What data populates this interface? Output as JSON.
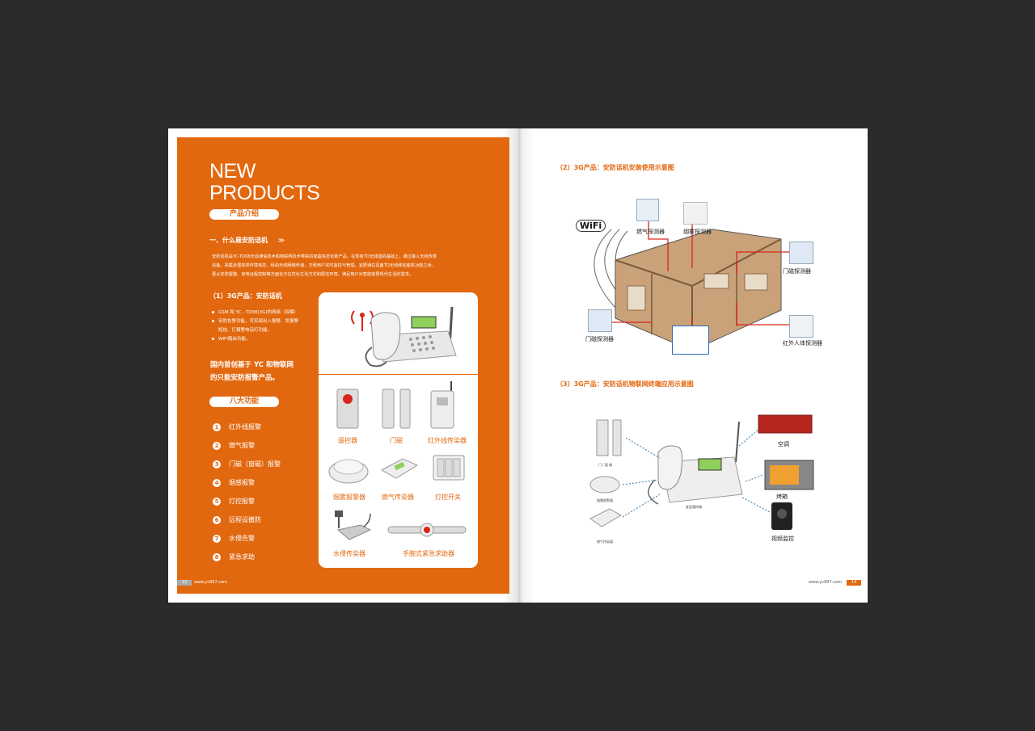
{
  "left": {
    "title_line1": "NEW",
    "title_line2": "PRODUCTS",
    "section_pill": "产品介绍",
    "heading1": "一、什么是安防话机",
    "heading1_arrow": "≫",
    "intro": [
      "安防话机是YC-TD08无线通信技术和物联网技术带来的家庭信息化新产品，在现有TD无线座机基础上，通过接入无线传感",
      "设备，采集处理各类环境信息，经由无线网络传递，方便用户实时监控与管理。宜居通在具备TD无线移动座机功能之余，",
      "更从安防报警、家电远程控制等方面全方位优化生活方式和居住环境，满足用户对智能家居现代生活的需求。"
    ],
    "sub_heading": "（1）3G产品：安防话机",
    "bullets": [
      "GSM 和 YC - TD08(3G)的网络（双模）",
      "安防告警功能，可实现出入报警、发报警",
      "短信、打报警电话灯功能。",
      "WIFI路由功能。"
    ],
    "highlight_line1": "国内首创基于 YC 和物联网",
    "highlight_line2": "的只能安防报警产品。",
    "features_pill": "八大功能",
    "features": [
      {
        "num": "1",
        "label": "红外线报警"
      },
      {
        "num": "2",
        "label": "燃气报警"
      },
      {
        "num": "3",
        "label": "门磁（窗磁）报警"
      },
      {
        "num": "4",
        "label": "烟感报警"
      },
      {
        "num": "5",
        "label": "灯控报警"
      },
      {
        "num": "6",
        "label": "远程设撤防"
      },
      {
        "num": "7",
        "label": "水侵告警"
      },
      {
        "num": "8",
        "label": "紧急求助"
      }
    ],
    "products": [
      "遥控器",
      "门磁",
      "红外线传染器",
      "烟雾报警器",
      "燃气传染器",
      "灯控开关",
      "水侵传染器",
      "手腕式紧急求助器"
    ],
    "footer_page": "13",
    "footer_url": "www.yc897.com"
  },
  "right": {
    "heading2": "（2）3G产品：安防话机安装使用示意图",
    "wifi_label": "WiFi",
    "diagram1_labels": [
      "燃气探测器",
      "烟雾探测器",
      "门磁探测器",
      "门磁探测器",
      "红外人体探测器"
    ],
    "heading3": "（3）3G产品：安防话机物联网终端应用示意图",
    "diagram2_labels": [
      "空调",
      "烤箱",
      "视频监控"
    ],
    "diagram2_small": [
      "门 / 窗 磁",
      "烟雾报警器",
      "燃气传染器",
      "宜居通终端"
    ],
    "footer_url": "www.yc897.com",
    "footer_page": "14"
  },
  "colors": {
    "accent": "#e2680f",
    "background": "#2b2b2b",
    "red_line": "#d9261c"
  }
}
